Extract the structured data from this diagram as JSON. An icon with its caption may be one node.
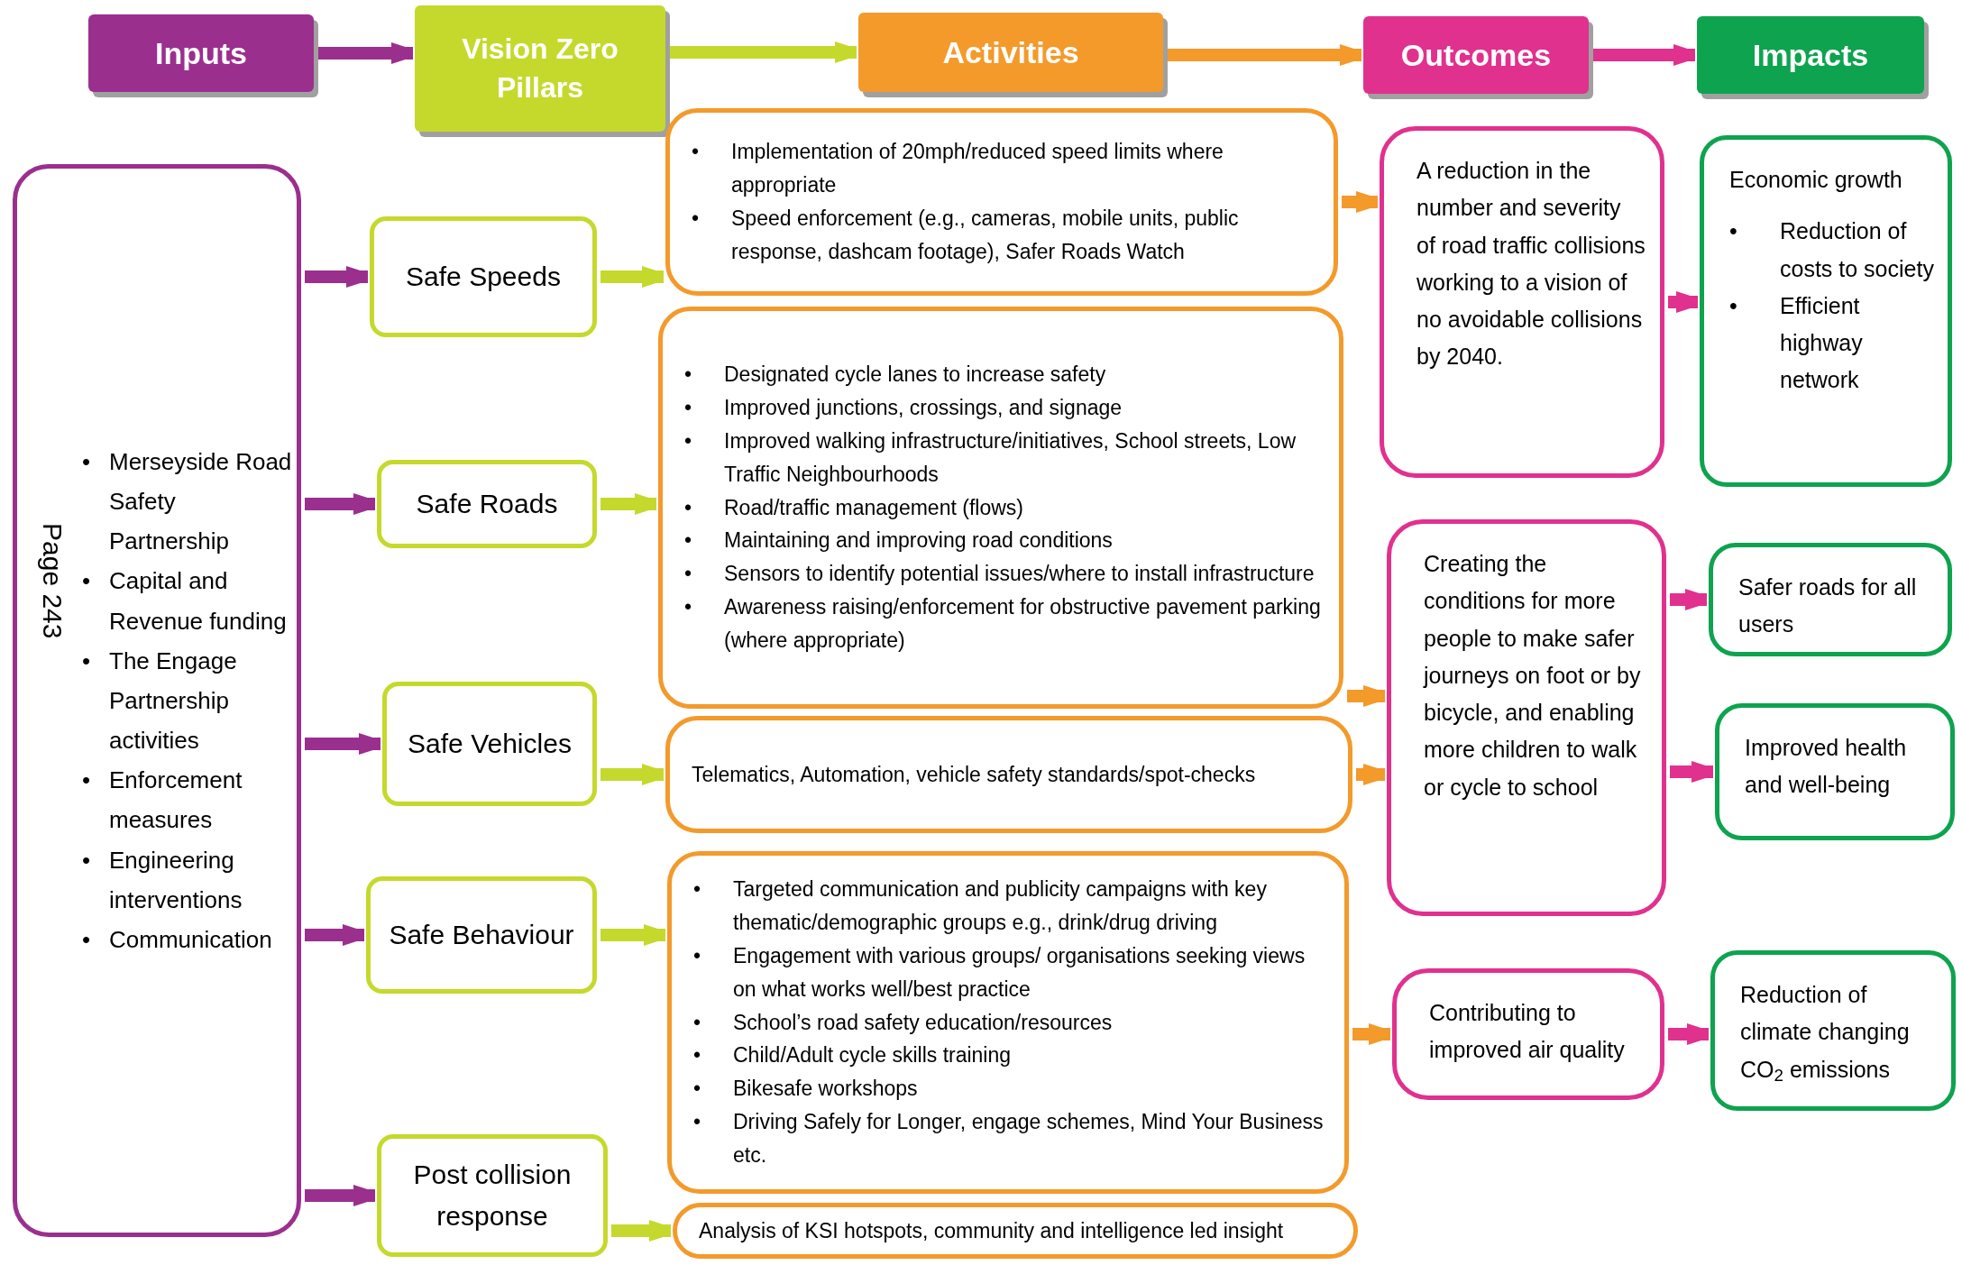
{
  "diagram": {
    "nodes": [
      {
        "text": [
          "Inputs"
        ]
      },
      {
        "text": [
          "Vision Zero Pillars"
        ]
      },
      {
        "text": [
          "Activities"
        ]
      },
      {
        "text": [
          "Outcomes"
        ]
      },
      {
        "text": [
          "Impacts"
        ]
      },
      {
        "text": [
          "• Merseyside Road Safety Partnership",
          "• Capital and Revenue funding",
          "• The Engage Partnership activities",
          "• Enforcement measures",
          "• Engineering interventions",
          "• Communication"
        ]
      },
      {
        "text": [
          "Safe Speeds"
        ]
      },
      {
        "text": [
          "Safe Roads"
        ]
      },
      {
        "text": [
          "Safe Vehicles"
        ]
      },
      {
        "text": [
          "Safe Behaviour"
        ]
      },
      {
        "text": [
          "Post collision response"
        ]
      },
      {
        "text": [
          "• Implementation of 20mph/reduced speed limits where appropriate",
          "• Speed enforcement (e.g., cameras, mobile units, public response, dashcam footage), Safer Roads Watch"
        ]
      },
      {
        "text": [
          "• Designated cycle lanes to increase safety",
          "• Improved junctions, crossings, and signage",
          "• Improved walking infrastructure/initiatives, School streets, Low Traffic Neighbourhoods",
          "• Road/traffic management (flows)",
          "• Maintaining and improving road conditions",
          "• Sensors to identify potential issues/where to install infrastructure",
          "• Awareness raising/enforcement for obstructive pavement parking (where appropriate)"
        ]
      },
      {
        "text": [
          "Telematics, Automation, vehicle safety standards/spot-checks"
        ]
      },
      {
        "text": [
          "• Targeted communication and publicity campaigns with key thematic/demographic groups e.g., drink/drug driving",
          "• Engagement with various groups/ organisations seeking views on what works well/best practice",
          "• School’s road safety education/resources",
          "• Child/Adult cycle skills training",
          "• Bikesafe workshops",
          "• Driving Safely for Longer, engage schemes, Mind Your Business etc."
        ]
      },
      {
        "text": [
          "Analysis of KSI hotspots, community and intelligence led insight"
        ]
      },
      {
        "text": [
          "A reduction in the number and severity of road traffic collisions working to a vision of no avoidable collisions by 2040."
        ]
      },
      {
        "text": [
          "Creating the conditions for more people to make safer journeys on foot or by bicycle, and enabling more children to walk or cycle to school"
        ]
      },
      {
        "text": [
          "Contributing to improved air quality"
        ]
      },
      {
        "text": [
          "Economic growth",
          "• Reduction of costs to society",
          "• Efficient highway network"
        ]
      },
      {
        "text": [
          "Safer roads for all users"
        ]
      },
      {
        "text": [
          "Improved health and well-being"
        ]
      },
      {
        "text": [
          "Reduction of climate changing CO$_{2}$ emissions"
        ]
      }
    ],
    "edges": [
      {
        "from": 0,
        "to": 1,
        "arrow": "to",
        "color": "#9b2f8e"
      },
      {
        "from": 1,
        "to": 2,
        "arrow": "to",
        "color": "#c5d92d"
      },
      {
        "from": 2,
        "to": 3,
        "arrow": "to",
        "color": "#f39a2b"
      },
      {
        "from": 3,
        "to": 4,
        "arrow": "to",
        "color": "#e0318f"
      },
      {
        "from": 5,
        "to": 6,
        "arrow": "to",
        "color": "#9b2f8e"
      },
      {
        "from": 5,
        "to": 7,
        "arrow": "to",
        "color": "#9b2f8e"
      },
      {
        "from": 5,
        "to": 8,
        "arrow": "to",
        "color": "#9b2f8e"
      },
      {
        "from": 5,
        "to": 9,
        "arrow": "to",
        "color": "#9b2f8e"
      },
      {
        "from": 5,
        "to": 10,
        "arrow": "to",
        "color": "#9b2f8e"
      },
      {
        "from": 6,
        "to": 11,
        "arrow": "to",
        "color": "#c5d92d"
      },
      {
        "from": 7,
        "to": 12,
        "arrow": "to",
        "color": "#c5d92d"
      },
      {
        "from": 8,
        "to": 13,
        "arrow": "to",
        "color": "#c5d92d"
      },
      {
        "from": 9,
        "to": 14,
        "arrow": "to",
        "color": "#c5d92d"
      },
      {
        "from": 10,
        "to": 15,
        "arrow": "to",
        "color": "#c5d92d"
      },
      {
        "from": 11,
        "to": 16,
        "arrow": "to",
        "color": "#f39a2b"
      },
      {
        "from": 12,
        "to": 17,
        "arrow": "to",
        "color": "#f39a2b"
      },
      {
        "from": 13,
        "to": 17,
        "arrow": "to",
        "color": "#f39a2b"
      },
      {
        "from": 14,
        "to": 18,
        "arrow": "to",
        "color": "#f39a2b"
      },
      {
        "from": 16,
        "to": 19,
        "arrow": "to",
        "color": "#e0318f"
      },
      {
        "from": 17,
        "to": 20,
        "arrow": "to",
        "color": "#e0318f"
      },
      {
        "from": 17,
        "to": 21,
        "arrow": "to",
        "color": "#e0318f"
      },
      {
        "from": 18,
        "to": 22,
        "arrow": "to",
        "color": "#e0318f"
      }
    ],
    "labels": [
      "Page 243"
    ]
  }
}
